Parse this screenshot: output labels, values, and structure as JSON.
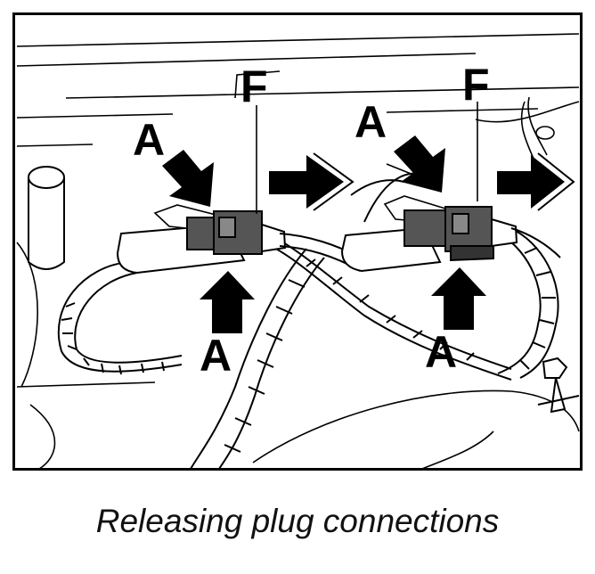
{
  "labels": {
    "a_top_left": "A",
    "f_left": "F",
    "a_bottom_left": "A",
    "a_top_right": "A",
    "f_right": "F",
    "a_bottom_right": "A"
  },
  "caption": "Releasing plug connections",
  "colors": {
    "ink": "#000000",
    "connector_fill": "#555555",
    "background": "#ffffff"
  }
}
